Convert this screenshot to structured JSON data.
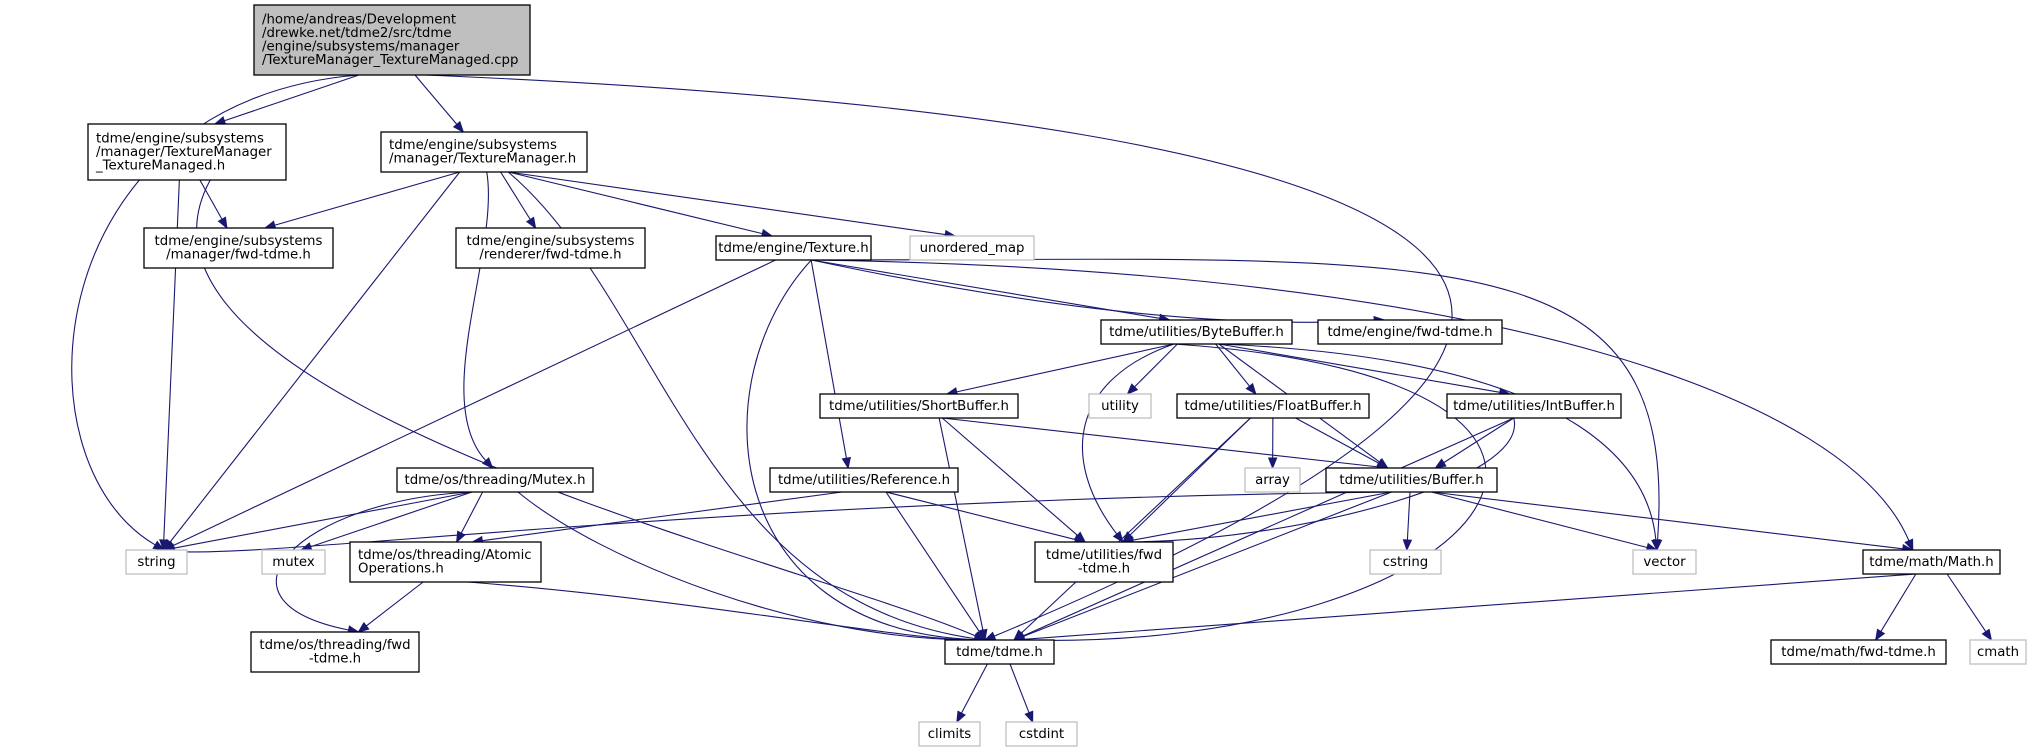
{
  "diagram": {
    "nodes": [
      {
        "id": "root",
        "lines": [
          "/home/andreas/Development",
          "/drewke.net/tdme2/src/tdme",
          "/engine/subsystems/manager",
          "/TextureManager_TextureManaged.cpp"
        ],
        "style": "root",
        "align": "left"
      },
      {
        "id": "tm_managed_h",
        "lines": [
          "tdme/engine/subsystems",
          "/manager/TextureManager",
          "_TextureManaged.h"
        ],
        "style": "file",
        "align": "left"
      },
      {
        "id": "tm_h",
        "lines": [
          "tdme/engine/subsystems",
          "/manager/TextureManager.h"
        ],
        "style": "file",
        "align": "left"
      },
      {
        "id": "mgr_fwd",
        "lines": [
          "tdme/engine/subsystems",
          "/manager/fwd-tdme.h"
        ],
        "style": "file",
        "align": "center"
      },
      {
        "id": "renderer_fwd",
        "lines": [
          "tdme/engine/subsystems",
          "/renderer/fwd-tdme.h"
        ],
        "style": "file",
        "align": "center"
      },
      {
        "id": "texture_h",
        "lines": [
          "tdme/engine/Texture.h"
        ],
        "style": "file",
        "align": "center"
      },
      {
        "id": "unordered_map",
        "lines": [
          "unordered_map"
        ],
        "style": "system",
        "align": "center"
      },
      {
        "id": "bytebuffer",
        "lines": [
          "tdme/utilities/ByteBuffer.h"
        ],
        "style": "file",
        "align": "center"
      },
      {
        "id": "engine_fwd",
        "lines": [
          "tdme/engine/fwd-tdme.h"
        ],
        "style": "file",
        "align": "center"
      },
      {
        "id": "shortbuffer",
        "lines": [
          "tdme/utilities/ShortBuffer.h"
        ],
        "style": "file",
        "align": "center"
      },
      {
        "id": "utility",
        "lines": [
          "utility"
        ],
        "style": "system",
        "align": "center"
      },
      {
        "id": "floatbuffer",
        "lines": [
          "tdme/utilities/FloatBuffer.h"
        ],
        "style": "file",
        "align": "center"
      },
      {
        "id": "intbuffer",
        "lines": [
          "tdme/utilities/IntBuffer.h"
        ],
        "style": "file",
        "align": "center"
      },
      {
        "id": "mutex_h",
        "lines": [
          "tdme/os/threading/Mutex.h"
        ],
        "style": "file",
        "align": "center"
      },
      {
        "id": "reference",
        "lines": [
          "tdme/utilities/Reference.h"
        ],
        "style": "file",
        "align": "center"
      },
      {
        "id": "array",
        "lines": [
          "array"
        ],
        "style": "system",
        "align": "center"
      },
      {
        "id": "buffer",
        "lines": [
          "tdme/utilities/Buffer.h"
        ],
        "style": "file",
        "align": "center"
      },
      {
        "id": "string",
        "lines": [
          "string"
        ],
        "style": "system",
        "align": "center"
      },
      {
        "id": "mutex",
        "lines": [
          "mutex"
        ],
        "style": "system",
        "align": "center"
      },
      {
        "id": "atomic",
        "lines": [
          "tdme/os/threading/Atomic",
          "Operations.h"
        ],
        "style": "file",
        "align": "left"
      },
      {
        "id": "util_fwd",
        "lines": [
          "tdme/utilities/fwd",
          "-tdme.h"
        ],
        "style": "file",
        "align": "center"
      },
      {
        "id": "cstring",
        "lines": [
          "cstring"
        ],
        "style": "system",
        "align": "center"
      },
      {
        "id": "vector",
        "lines": [
          "vector"
        ],
        "style": "system",
        "align": "center"
      },
      {
        "id": "math_h",
        "lines": [
          "tdme/math/Math.h"
        ],
        "style": "file",
        "align": "center"
      },
      {
        "id": "threading_fwd",
        "lines": [
          "tdme/os/threading/fwd",
          "-tdme.h"
        ],
        "style": "file",
        "align": "center"
      },
      {
        "id": "tdme_h",
        "lines": [
          "tdme/tdme.h"
        ],
        "style": "file",
        "align": "center"
      },
      {
        "id": "math_fwd",
        "lines": [
          "tdme/math/fwd-tdme.h"
        ],
        "style": "file",
        "align": "center"
      },
      {
        "id": "cmath",
        "lines": [
          "cmath"
        ],
        "style": "system",
        "align": "center"
      },
      {
        "id": "climits",
        "lines": [
          "climits"
        ],
        "style": "system",
        "align": "center"
      },
      {
        "id": "cstdint",
        "lines": [
          "cstdint"
        ],
        "style": "system",
        "align": "center"
      }
    ],
    "edges": [
      [
        "root",
        "tm_managed_h"
      ],
      [
        "root",
        "tm_h"
      ],
      [
        "root",
        "string"
      ],
      [
        "root",
        "tdme_h"
      ],
      [
        "tm_managed_h",
        "mgr_fwd"
      ],
      [
        "tm_managed_h",
        "string"
      ],
      [
        "tm_managed_h",
        "tdme_h"
      ],
      [
        "tm_h",
        "mgr_fwd"
      ],
      [
        "tm_h",
        "renderer_fwd"
      ],
      [
        "tm_h",
        "texture_h"
      ],
      [
        "tm_h",
        "unordered_map"
      ],
      [
        "tm_h",
        "string"
      ],
      [
        "tm_h",
        "mutex_h"
      ],
      [
        "tm_h",
        "tdme_h"
      ],
      [
        "texture_h",
        "bytebuffer"
      ],
      [
        "texture_h",
        "engine_fwd"
      ],
      [
        "texture_h",
        "vector"
      ],
      [
        "texture_h",
        "math_h"
      ],
      [
        "texture_h",
        "string"
      ],
      [
        "texture_h",
        "reference"
      ],
      [
        "texture_h",
        "tdme_h"
      ],
      [
        "bytebuffer",
        "shortbuffer"
      ],
      [
        "bytebuffer",
        "utility"
      ],
      [
        "bytebuffer",
        "floatbuffer"
      ],
      [
        "bytebuffer",
        "intbuffer"
      ],
      [
        "bytebuffer",
        "buffer"
      ],
      [
        "bytebuffer",
        "util_fwd"
      ],
      [
        "bytebuffer",
        "vector"
      ],
      [
        "bytebuffer",
        "tdme_h"
      ],
      [
        "shortbuffer",
        "buffer"
      ],
      [
        "shortbuffer",
        "util_fwd"
      ],
      [
        "shortbuffer",
        "tdme_h"
      ],
      [
        "floatbuffer",
        "array"
      ],
      [
        "floatbuffer",
        "buffer"
      ],
      [
        "floatbuffer",
        "util_fwd"
      ],
      [
        "floatbuffer",
        "tdme_h"
      ],
      [
        "intbuffer",
        "buffer"
      ],
      [
        "intbuffer",
        "util_fwd"
      ],
      [
        "intbuffer",
        "tdme_h"
      ],
      [
        "buffer",
        "string"
      ],
      [
        "buffer",
        "util_fwd"
      ],
      [
        "buffer",
        "cstring"
      ],
      [
        "buffer",
        "vector"
      ],
      [
        "buffer",
        "math_h"
      ],
      [
        "buffer",
        "tdme_h"
      ],
      [
        "mutex_h",
        "string"
      ],
      [
        "mutex_h",
        "mutex"
      ],
      [
        "mutex_h",
        "atomic"
      ],
      [
        "mutex_h",
        "threading_fwd"
      ],
      [
        "mutex_h",
        "tdme_h"
      ],
      [
        "reference",
        "atomic"
      ],
      [
        "reference",
        "util_fwd"
      ],
      [
        "reference",
        "tdme_h"
      ],
      [
        "atomic",
        "threading_fwd"
      ],
      [
        "atomic",
        "tdme_h"
      ],
      [
        "math_h",
        "math_fwd"
      ],
      [
        "math_h",
        "cmath"
      ],
      [
        "math_h",
        "tdme_h"
      ],
      [
        "tdme_h",
        "climits"
      ],
      [
        "tdme_h",
        "cstdint"
      ]
    ],
    "colors": {
      "edge": "#191970",
      "root_fill": "#bfbfbf",
      "file_border": "#000000",
      "system_border": "#bfbfbf",
      "text": "#000000"
    }
  }
}
